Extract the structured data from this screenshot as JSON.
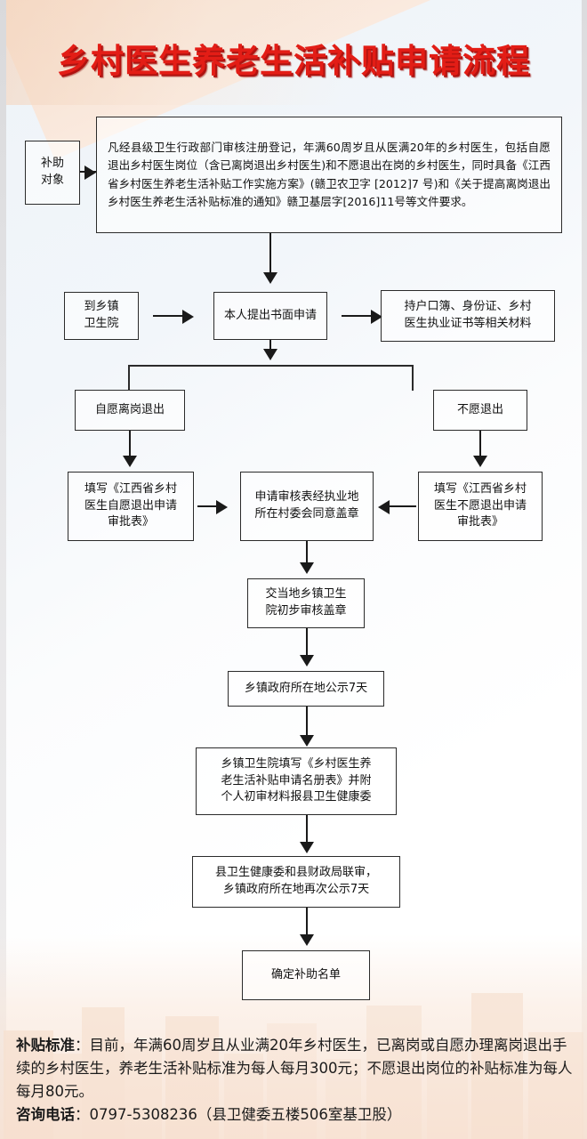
{
  "title": "乡村医生养老生活补贴申请流程",
  "colors": {
    "title_red": "#e31d16",
    "title_shadow": "#b01310",
    "box_border": "#2b2b2b",
    "connector": "#1a1a1a",
    "bg_peach": "#f5d9c5",
    "bg_blue": "#eef3f8"
  },
  "flow": {
    "target_label": "补助\n对象",
    "description": "凡经县级卫生行政部门审核注册登记，年满60周岁且从医满20年的乡村医生，包括自愿退出乡村医生岗位（含已离岗退出乡村医生)和不愿退出在岗的乡村医生，同时具备《江西省乡村医生养老生活补贴工作实施方案》(赣卫农卫字 [2012]7 号)和《关于提高离岗退出乡村医生养老生活补贴标准的通知》赣卫基层字[2016]11号等文件要求。",
    "step_clinic": "到乡镇\n卫生院",
    "step_apply": "本人提出书面申请",
    "step_materials": "持户口簿、身份证、乡村\n医生执业证书等相关材料",
    "branch_left": "自愿离岗退出",
    "branch_right": "不愿退出",
    "form_left": "填写《江西省乡村\n医生自愿退出申请\n审批表》",
    "form_center": "申请审核表经执业地\n所在村委会同意盖章",
    "form_right": "填写《江西省乡村\n医生不愿退出申请\n审批表》",
    "step_township_review": "交当地乡镇卫生\n院初步审核盖章",
    "step_publicity_1": "乡镇政府所在地公示7天",
    "step_roster": "乡镇卫生院填写《乡村医生养\n老生活补贴申请名册表》并附\n个人初审材料报县卫生健康委",
    "step_joint_review": "县卫生健康委和县财政局联审，\n乡镇政府所在地再次公示7天",
    "step_final": "确定补助名单"
  },
  "footer": {
    "standard_label": "补贴标准",
    "standard_text": "：目前，年满60周岁且从业满20年乡村医生，已离岗或自愿办理离岗退出手续的乡村医生，养老生活补贴标准为每人每月300元；不愿退出岗位的补贴标准为每人每月80元。",
    "phone_label": "咨询电话",
    "phone_text": "：0797-5308236（县卫健委五楼506室基卫股）"
  }
}
